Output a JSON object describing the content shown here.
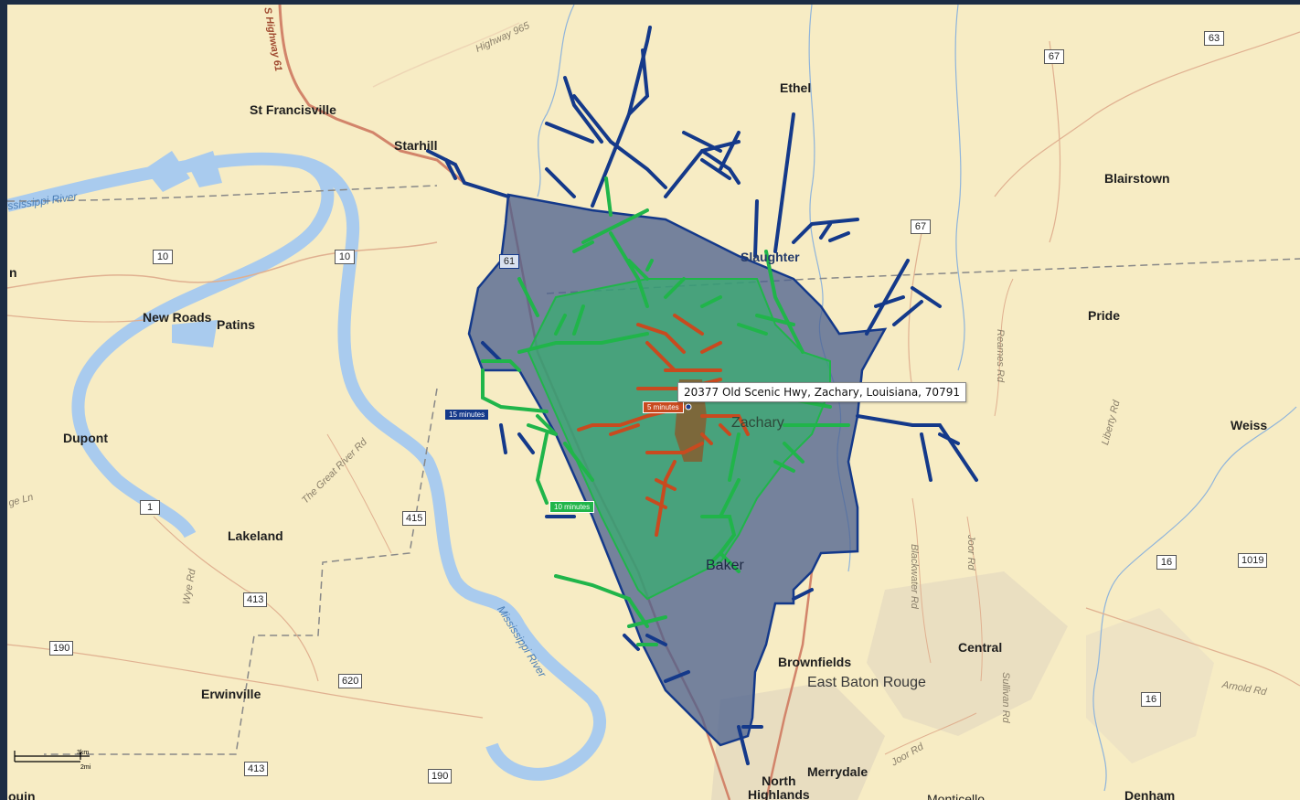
{
  "places": {
    "st_francisville": "St Francisville",
    "starhill": "Starhill",
    "ethel": "Ethel",
    "blairstown": "Blairstown",
    "slaughter": "Slaughter",
    "new_roads": "New Roads",
    "patins": "Patins",
    "pride": "Pride",
    "dupont": "Dupont",
    "weiss": "Weiss",
    "zachary": "Zachary",
    "lakeland": "Lakeland",
    "baker": "Baker",
    "brownfields": "Brownfields",
    "central": "Central",
    "east_baton_rouge": "East Baton Rouge",
    "erwinville": "Erwinville",
    "merrydale": "Merrydale",
    "north_highlands": "North\nHighlands",
    "denham": "Denham",
    "edge_left_n": "n",
    "edge_left_bottom": "ouin",
    "monticello": "Monticello"
  },
  "rivers": {
    "mississippi_top": "ssissippi River",
    "mississippi_bottom": "Mississippi River"
  },
  "roads": {
    "highway_61_top": "S Highway 61",
    "highway_965": "Highway 965",
    "great_river_rd": "The Great River Rd",
    "wye_rd": "Wye Rd",
    "reames_rd": "Reames Rd",
    "liberty_rd": "Liberty Rd",
    "blackwater_rd": "Blackwater Rd",
    "joor_rd": "Joor Rd",
    "joor_rd_2": "Joor Rd",
    "sullivan_rd": "Sullivan Rd",
    "arnold_rd": "Arnold Rd",
    "ridge_ln": "ge Ln"
  },
  "shields": {
    "s63": "63",
    "s67a": "67",
    "s67b": "67",
    "s10a": "10",
    "s10b": "10",
    "s61": "61",
    "s1": "1",
    "s415": "415",
    "s413a": "413",
    "s190a": "190",
    "s620": "620",
    "s413b": "413",
    "s190b": "190",
    "s16a": "16",
    "s1019": "1019",
    "s16b": "16"
  },
  "callout": {
    "address": "20377 Old Scenic Hwy, Zachary, Louisiana, 70791"
  },
  "isochrones": {
    "label_15": "15 minutes",
    "label_10": "10 minutes",
    "label_5": "5 minutes",
    "color_15": "#14398a",
    "color_10": "#20b54a",
    "color_5": "#c84a1f"
  },
  "scale": {
    "km": "3km",
    "mi": "2mi"
  },
  "colors": {
    "land": "#f7ecc4",
    "water": "#a9cbee",
    "major_road": "#e0a080",
    "urban": "#e4dcc0"
  }
}
